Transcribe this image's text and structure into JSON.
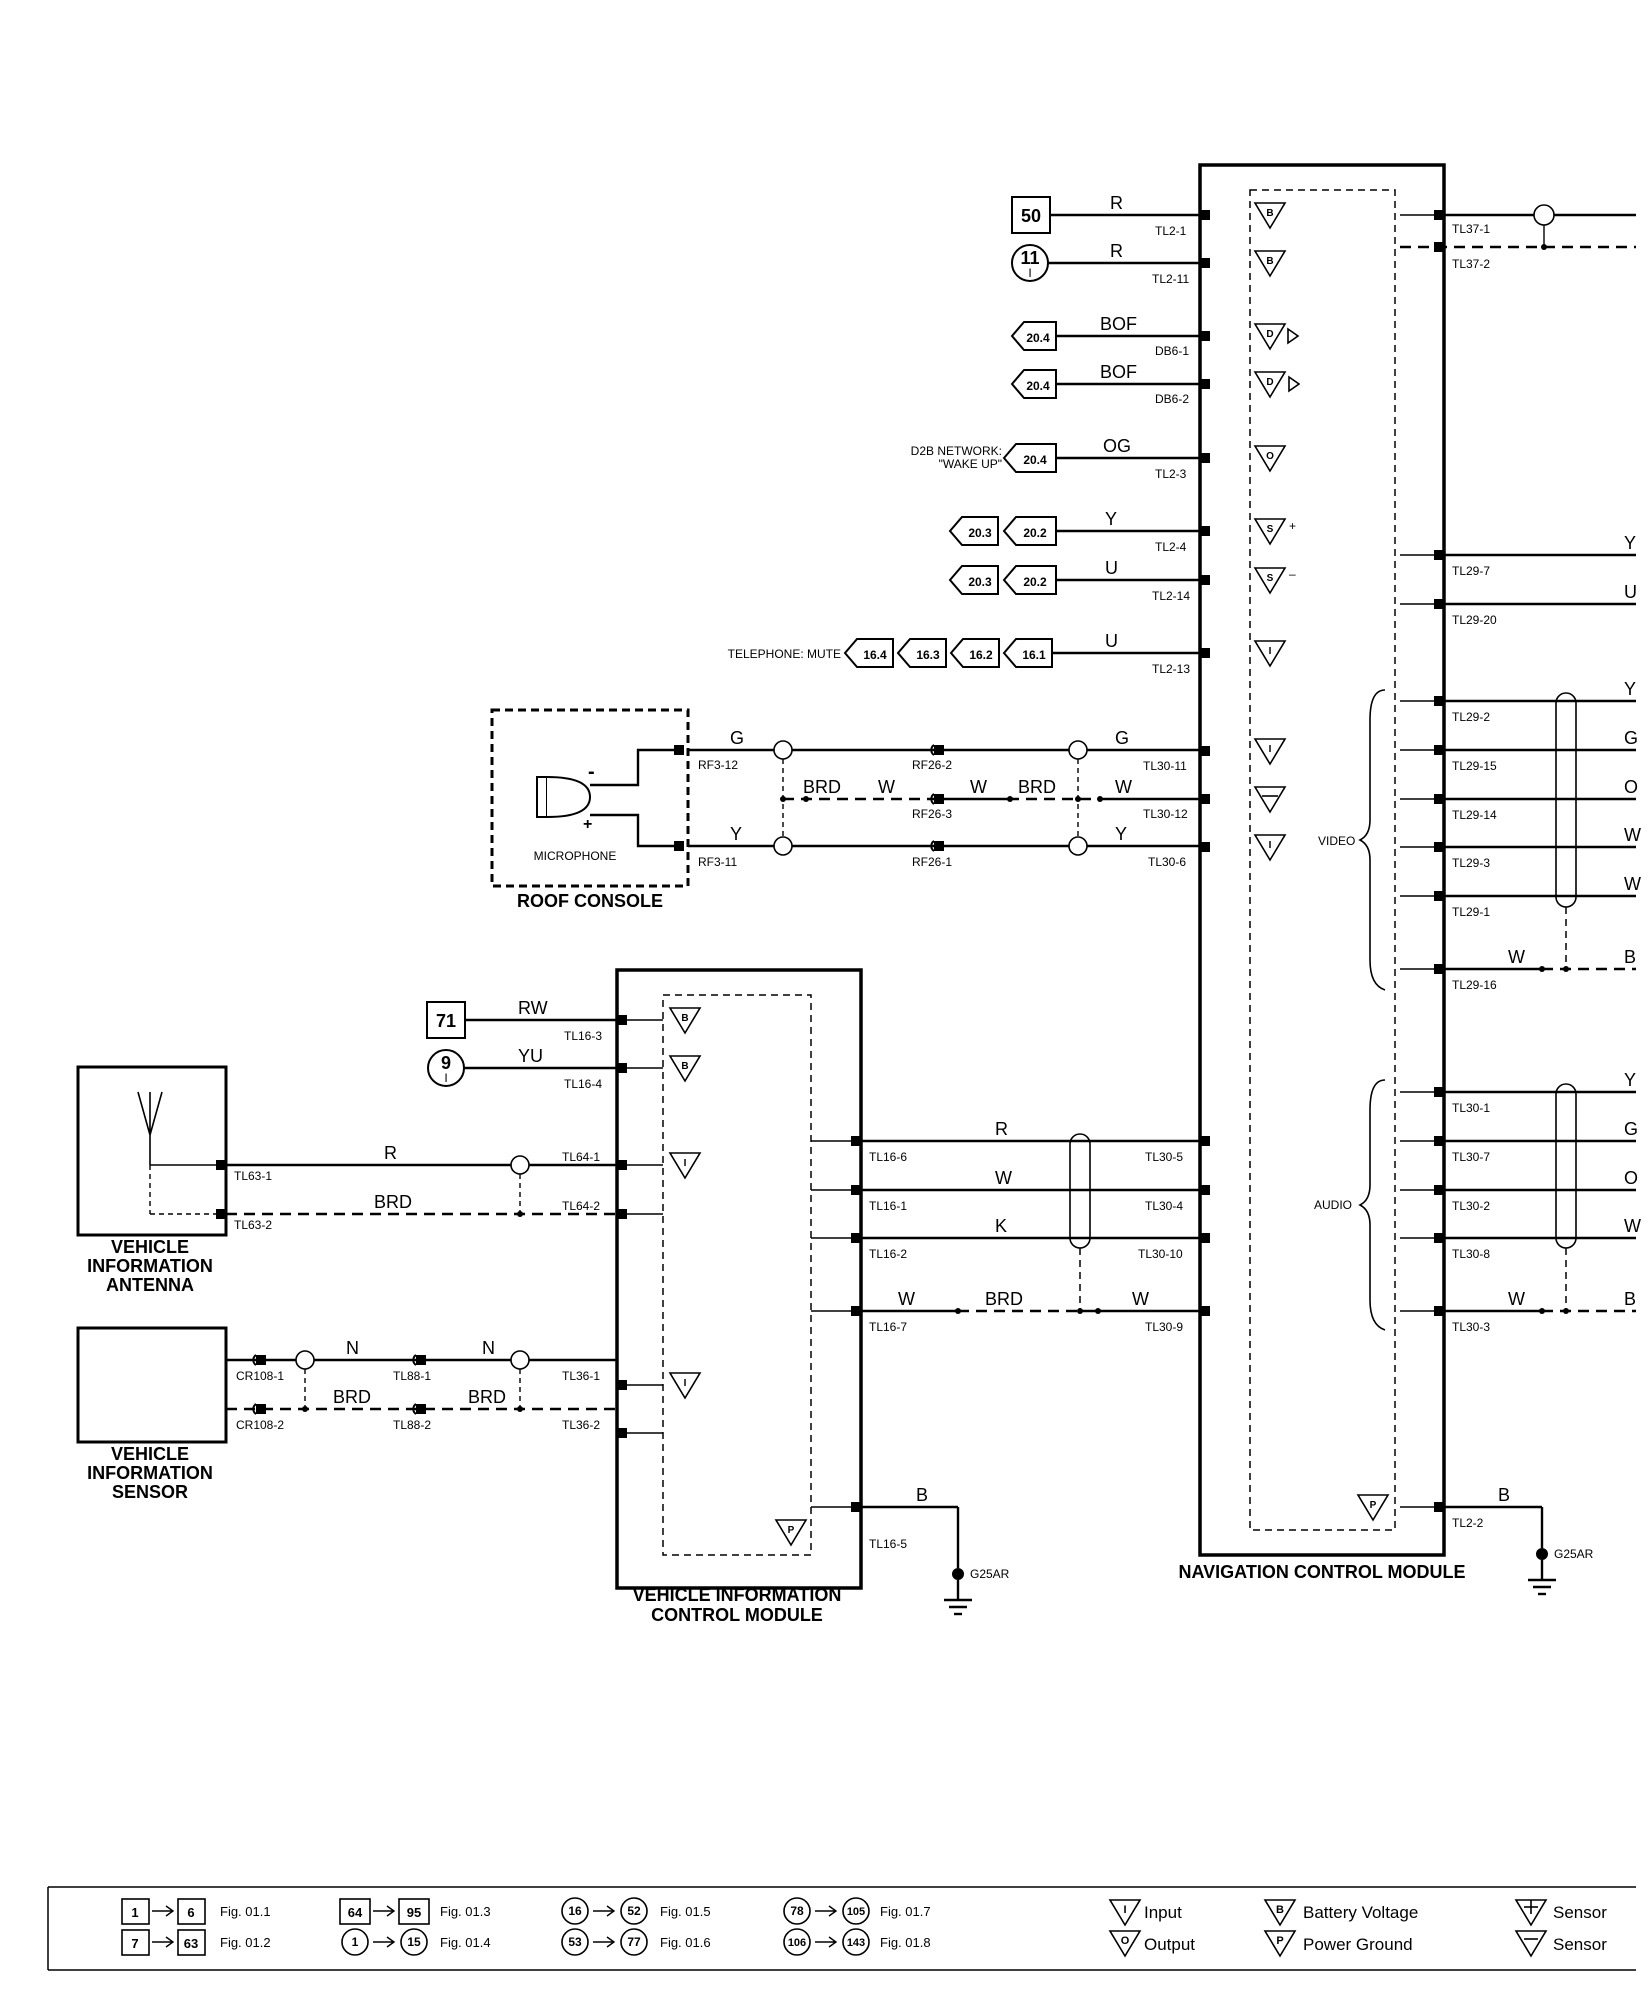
{
  "diagram": {
    "modules": {
      "navigation_control_module": "NAVIGATION CONTROL MODULE",
      "vehicle_information_control_module": [
        "VEHICLE INFORMATION",
        "CONTROL MODULE"
      ],
      "roof_console": "ROOF CONSOLE",
      "microphone": "MICROPHONE",
      "vehicle_information_antenna": [
        "VEHICLE",
        "INFORMATION",
        "ANTENNA"
      ],
      "vehicle_information_sensor": [
        "VEHICLE",
        "INFORMATION",
        "SENSOR"
      ]
    },
    "connector_refs": {
      "ref_50": "50",
      "ref_11": "11",
      "ref_71": "71",
      "ref_9": "9",
      "ref_roman_i": "I",
      "ref_204": "20.4",
      "ref_203": "20.3",
      "ref_202": "20.2",
      "ref_164": "16.4",
      "ref_163": "16.3",
      "ref_162": "16.2",
      "ref_161": "16.1"
    },
    "wire_colors": {
      "R": "R",
      "BOF": "BOF",
      "OG": "OG",
      "Y": "Y",
      "U": "U",
      "G": "G",
      "W": "W",
      "BRD": "BRD",
      "RW": "RW",
      "YU": "YU",
      "K": "K",
      "N": "N",
      "B": "B"
    },
    "pins": {
      "TL2_1": "TL2-1",
      "TL2_11": "TL2-11",
      "DB6_1": "DB6-1",
      "DB6_2": "DB6-2",
      "TL2_3": "TL2-3",
      "TL2_4": "TL2-4",
      "TL2_14": "TL2-14",
      "TL2_13": "TL2-13",
      "TL30_11": "TL30-11",
      "TL30_12": "TL30-12",
      "TL30_6": "TL30-6",
      "TL30_5": "TL30-5",
      "TL30_4": "TL30-4",
      "TL30_10": "TL30-10",
      "TL30_9": "TL30-9",
      "TL37_1": "TL37-1",
      "TL37_2": "TL37-2",
      "TL29_7": "TL29-7",
      "TL29_20": "TL29-20",
      "TL29_2": "TL29-2",
      "TL29_15": "TL29-15",
      "TL29_14": "TL29-14",
      "TL29_3": "TL29-3",
      "TL29_1": "TL29-1",
      "TL29_16": "TL29-16",
      "TL30_1": "TL30-1",
      "TL30_7": "TL30-7",
      "TL30_2": "TL30-2",
      "TL30_8": "TL30-8",
      "TL30_3": "TL30-3",
      "TL2_2": "TL2-2",
      "RF3_12": "RF3-12",
      "RF3_11": "RF3-11",
      "RF26_2": "RF26-2",
      "RF26_3": "RF26-3",
      "RF26_1": "RF26-1",
      "TL16_3": "TL16-3",
      "TL16_4": "TL16-4",
      "TL16_6": "TL16-6",
      "TL16_1": "TL16-1",
      "TL16_2": "TL16-2",
      "TL16_7": "TL16-7",
      "TL16_5": "TL16-5",
      "TL63_1": "TL63-1",
      "TL63_2": "TL63-2",
      "TL64_1": "TL64-1",
      "TL64_2": "TL64-2",
      "CR108_1": "CR108-1",
      "CR108_2": "CR108-2",
      "TL88_1": "TL88-1",
      "TL88_2": "TL88-2",
      "TL36_1": "TL36-1",
      "TL36_2": "TL36-2"
    },
    "notes": {
      "d2b_line1": "D2B NETWORK:",
      "d2b_line2": "\"WAKE UP\"",
      "telephone_mute": "TELEPHONE: MUTE",
      "video": "VIDEO",
      "audio": "AUDIO",
      "ground_g25ar": "G25AR"
    },
    "right_edge_letters": {
      "y1": "Y",
      "u1": "U",
      "y2": "Y",
      "g1": "G",
      "o1": "O",
      "w1": "W",
      "w2": "W",
      "b1": "B",
      "y3": "Y",
      "g2": "G",
      "o2": "O",
      "w3": "W",
      "b2": "B"
    },
    "pin_symbols": {
      "battery": "B",
      "output": "O",
      "input": "I",
      "sensor": "S",
      "data": "D",
      "power_ground": "P"
    }
  },
  "legend": {
    "fig_refs": [
      {
        "from": "1",
        "to": "6",
        "fig": "Fig. 01.1"
      },
      {
        "from": "7",
        "to": "63",
        "fig": "Fig. 01.2"
      },
      {
        "from": "64",
        "to": "95",
        "fig": "Fig. 01.3"
      },
      {
        "from": "1",
        "to": "15",
        "fig": "Fig. 01.4"
      },
      {
        "from": "16",
        "to": "52",
        "fig": "Fig. 01.5"
      },
      {
        "from": "53",
        "to": "77",
        "fig": "Fig. 01.6"
      },
      {
        "from": "78",
        "to": "105",
        "fig": "Fig. 01.7"
      },
      {
        "from": "106",
        "to": "143",
        "fig": "Fig. 01.8"
      }
    ],
    "symbols": {
      "input": "Input",
      "output": "Output",
      "battery_voltage": "Battery Voltage",
      "power_ground": "Power Ground",
      "sensor_pos": "Sensor",
      "sensor_neg": "Sensor"
    },
    "symbol_letters": {
      "I": "I",
      "O": "O",
      "B": "B",
      "P": "P"
    }
  }
}
